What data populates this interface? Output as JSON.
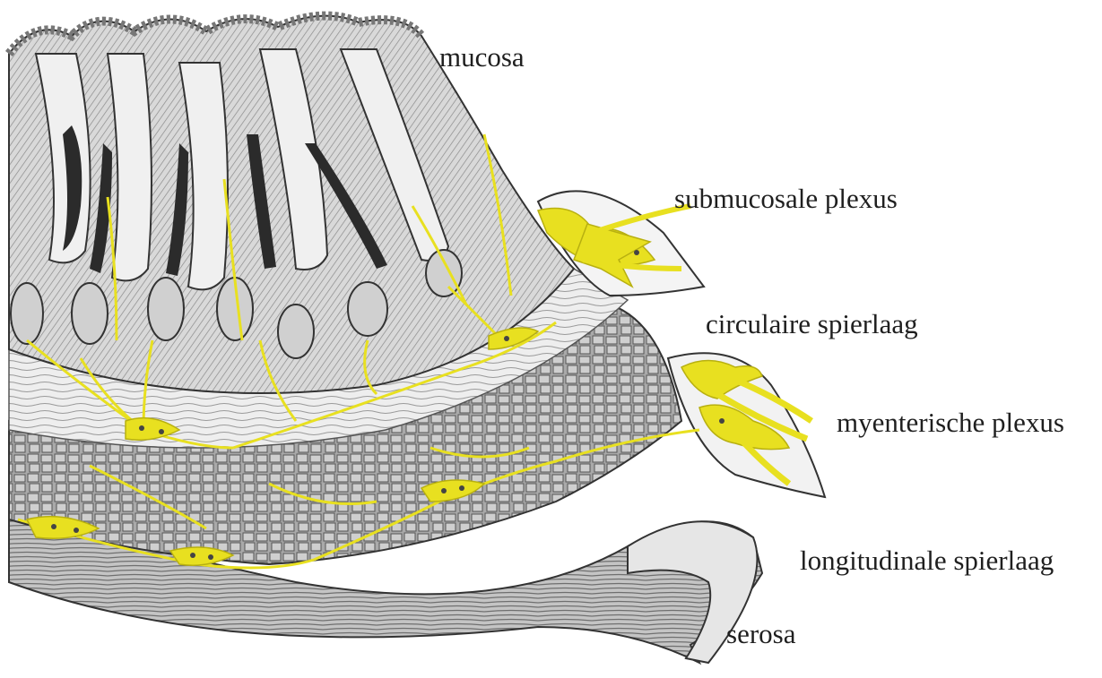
{
  "labels": {
    "mucosa": "mucosa",
    "submucosal_plexus": "submucosale plexus",
    "circular_muscle": "circulaire spierlaag",
    "myenteric_plexus": "myenterische plexus",
    "longitudinal_muscle": "longitudinale spierlaag",
    "serosa": "serosa"
  },
  "colors": {
    "nerve": "#e8e020",
    "nerve_dark": "#b8b010",
    "tissue_light": "#f2f2f2",
    "tissue_mid": "#bdbdbd",
    "tissue_dark": "#6a6a6a",
    "ink": "#222222",
    "background": "#ffffff"
  }
}
